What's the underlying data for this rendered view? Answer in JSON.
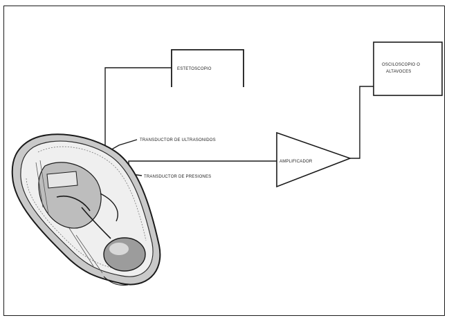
{
  "diagram": {
    "box_top": "ESTETOSCOPIO",
    "box_right_line1": "OSCILOSCOPIO O",
    "box_right_line2": "ALTAVOCES",
    "label_transducer_1": "TRANSDUCTOR DE ULTRASONIDOS",
    "label_transducer_2": "TRANSDUCTOR DE PRESIONES",
    "label_amplifier": "AMPLIFICADOR"
  },
  "colors": {
    "line": "#1a1a1a",
    "illustration_dark": "#2a2a2a",
    "illustration_mid": "#8a8a8a"
  }
}
